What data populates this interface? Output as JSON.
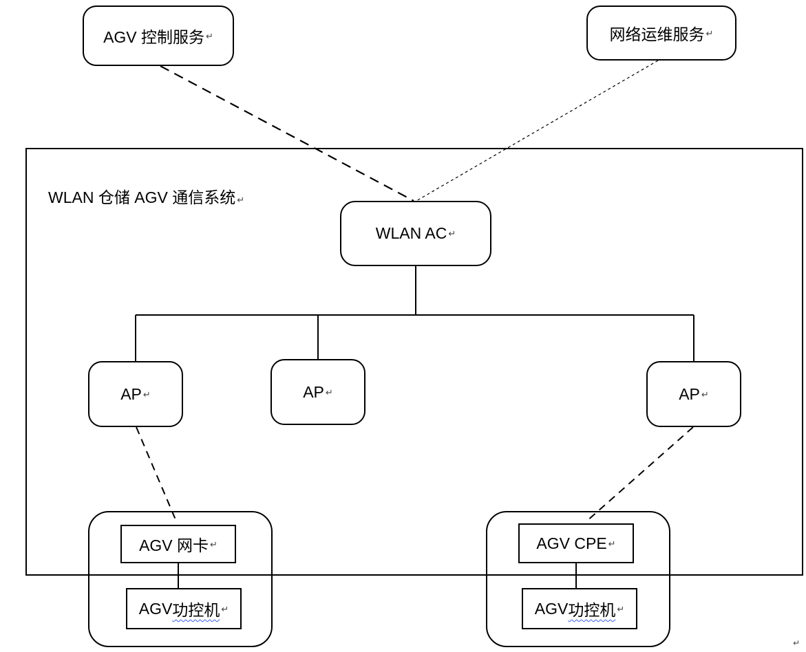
{
  "diagram": {
    "title": "WLAN 仓储 AGV 通信系统",
    "paragraph_mark": "↵",
    "nodes": {
      "agv_control": "AGV 控制服务",
      "network_ops": "网络运维服务",
      "wlan_ac": "WLAN AC",
      "ap_left": "AP",
      "ap_middle": "AP",
      "ap_right": "AP",
      "agv_nic": "AGV  网卡",
      "agv_cpe": "AGV CPE",
      "agv_ipc_prefix": "AGV ",
      "agv_ipc_squiggle": "功控机"
    },
    "colors": {
      "line": "#000000",
      "squiggle_underline": "#3a5fe0",
      "background": "#ffffff"
    }
  }
}
